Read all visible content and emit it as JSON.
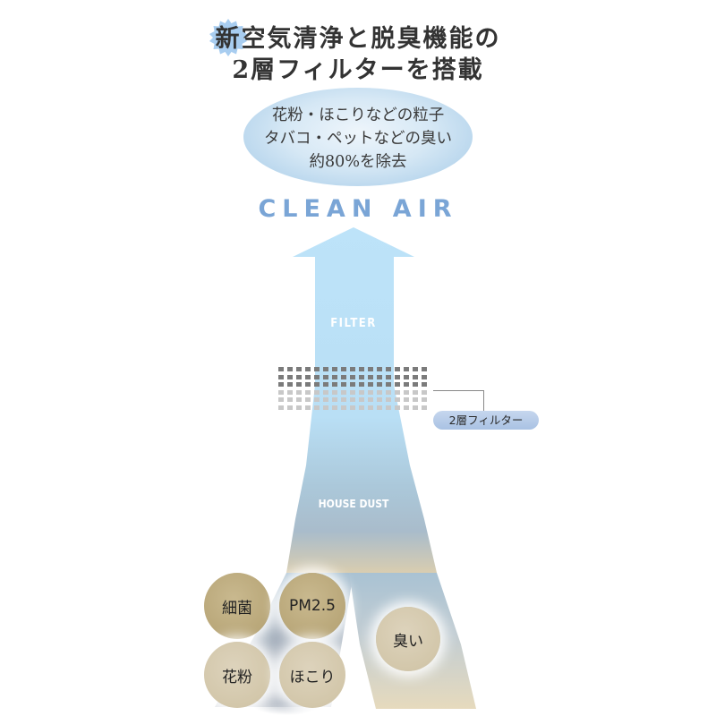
{
  "title": {
    "badge_char": "新",
    "line1_rest": "空気清浄と脱臭機能の",
    "line2": "2層フィルターを搭載",
    "badge_color": "#a8cdf0"
  },
  "cloud": {
    "lines": [
      "花粉・ほこりなどの粒子",
      "タバコ・ペットなどの臭い",
      "約80%を除去"
    ]
  },
  "clean_air_label": "CLEAN AIR",
  "arrow": {
    "filter_label": "FILTER",
    "house_dust_label": "HOUSE DUST",
    "color_top": "#b9e1f8",
    "color_bottom": "#a9bfcc",
    "color_base": "#e2d6b8"
  },
  "filter_grid": {
    "rows": 6,
    "cols": 17,
    "dark_rows": 3,
    "dark_color": "#7b7b7b",
    "light_color": "#c8c8c8"
  },
  "callout": {
    "label": "2層フィルター"
  },
  "particles": [
    {
      "label": "細菌",
      "tone": "dark"
    },
    {
      "label": "PM2.5",
      "tone": "dark"
    },
    {
      "label": "花粉",
      "tone": "light"
    },
    {
      "label": "ほこり",
      "tone": "light"
    },
    {
      "label": "臭い",
      "tone": "light"
    }
  ]
}
